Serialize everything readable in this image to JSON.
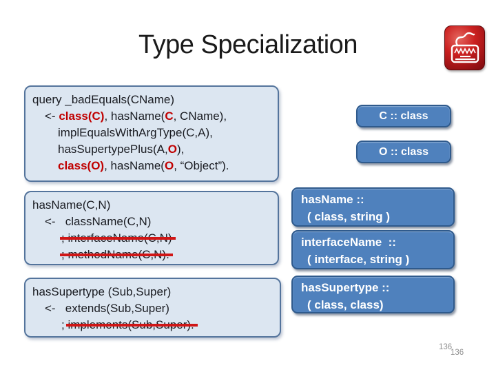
{
  "slide": {
    "title": "Type Specialization",
    "page_number_front": "136",
    "page_number_back": "136"
  },
  "colors": {
    "accent_blue": "#4f81bd",
    "accent_border": "#2f5a8c",
    "code_box_fill": "#dce6f1",
    "code_box_border": "#54749c",
    "red_bold_text": "#c00000",
    "strike_red": "#d01616",
    "icon_red": "#cb2020"
  },
  "icons": {
    "keyboard": "keyboard-icon"
  },
  "code": {
    "query": {
      "l1": "query _badEquals(CName)",
      "l2a": "<- ",
      "l2b": "class(C)",
      "l2c": ", hasName(",
      "l2d": "C",
      "l2e": ", CName),",
      "l3": "implEqualsWithArgType(C,A),",
      "l4a": "hasSupertypePlus(A,",
      "l4b": "O",
      "l4c": "),",
      "l5a": "class(O)",
      "l5b": ", hasName(",
      "l5c": "O",
      "l5d": ", “Object”)."
    },
    "hasname": {
      "l1": "hasName(C,N)",
      "l2a": "<-   ",
      "l2b": "className(C,N)",
      "l3": "; interfaceName(C,N)",
      "l4": "; methodName(C,N)."
    },
    "hassupertype": {
      "l1": "hasSupertype (Sub,Super)",
      "l2a": "<-   ",
      "l2b": "extends(Sub,Super)",
      "l3a": "; ",
      "l3b": "implements(Sub,Super)."
    }
  },
  "types": {
    "c_class": "C :: class",
    "o_class": "O :: class",
    "hasname_name": "hasName ::",
    "hasname_sig": "( class, string )",
    "interfacename_name": "interfaceName  ::",
    "interfacename_sig": "( interface, string )",
    "hassupertype_name": "hasSupertype ::",
    "hassupertype_sig": "( class, class)"
  }
}
